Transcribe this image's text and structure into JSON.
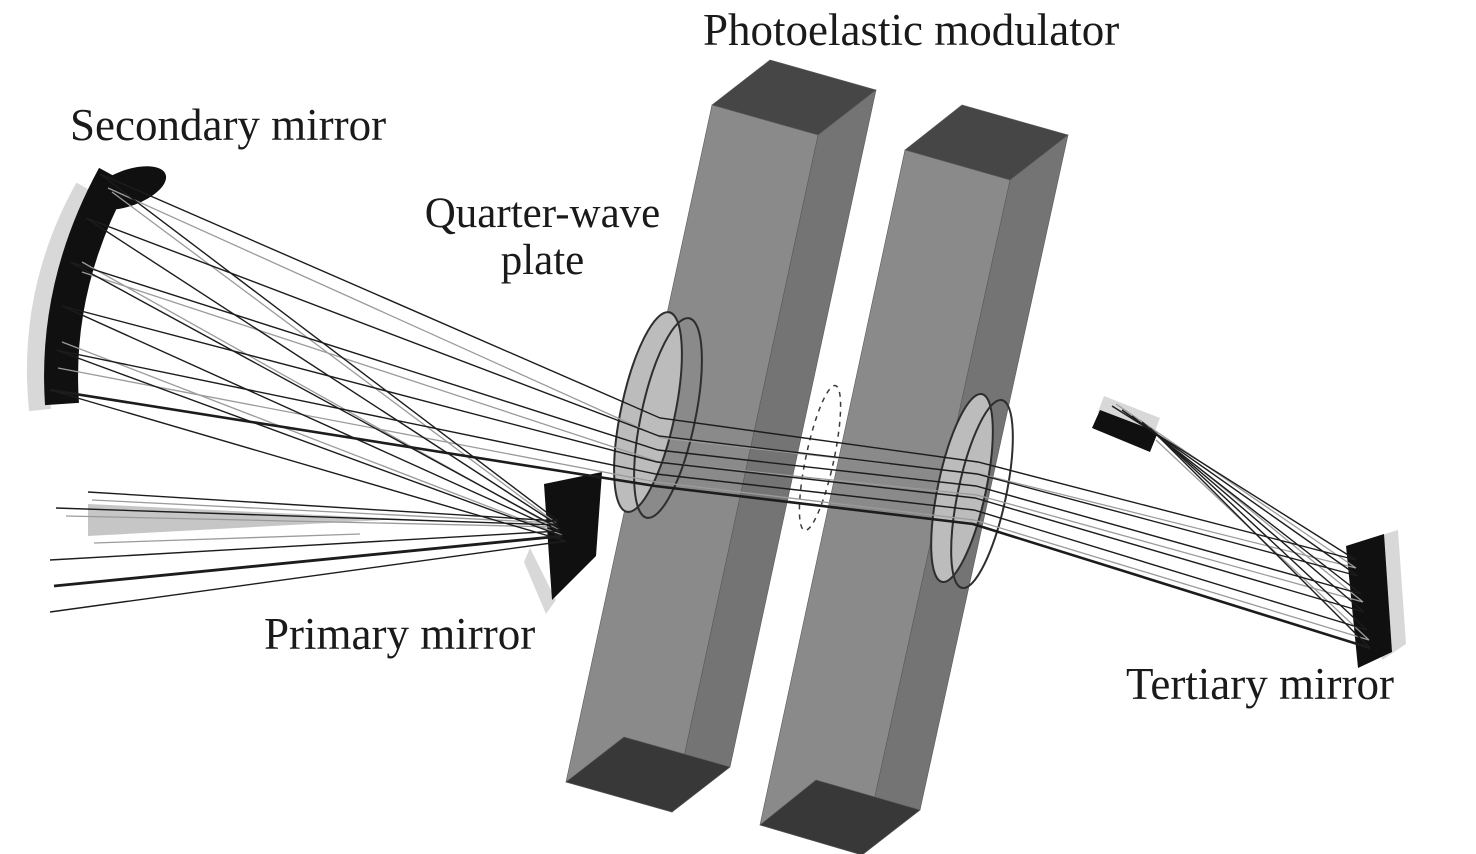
{
  "figure": {
    "labels": {
      "photoelastic_modulator": "Photoelastic modulator",
      "secondary_mirror": "Secondary mirror",
      "quarter_wave_line1": "Quarter-wave",
      "quarter_wave_line2": "plate",
      "primary_mirror": "Primary mirror",
      "tertiary_mirror": "Tertiary mirror"
    },
    "colors": {
      "background": "#ffffff",
      "slab_front": "#8a8a8a",
      "slab_side": "#747474",
      "slab_top": "#464646",
      "slab_bottom": "#383838",
      "element_fill": "#bcbcbc",
      "mirror_dark": "#101010",
      "mirror_light": "#d8d8d8",
      "ray_black": "#1c1c1c",
      "ray_gray": "#9b9b9b",
      "ray_wedge": "#c6c6c6",
      "text": "#1a1a1a"
    }
  }
}
